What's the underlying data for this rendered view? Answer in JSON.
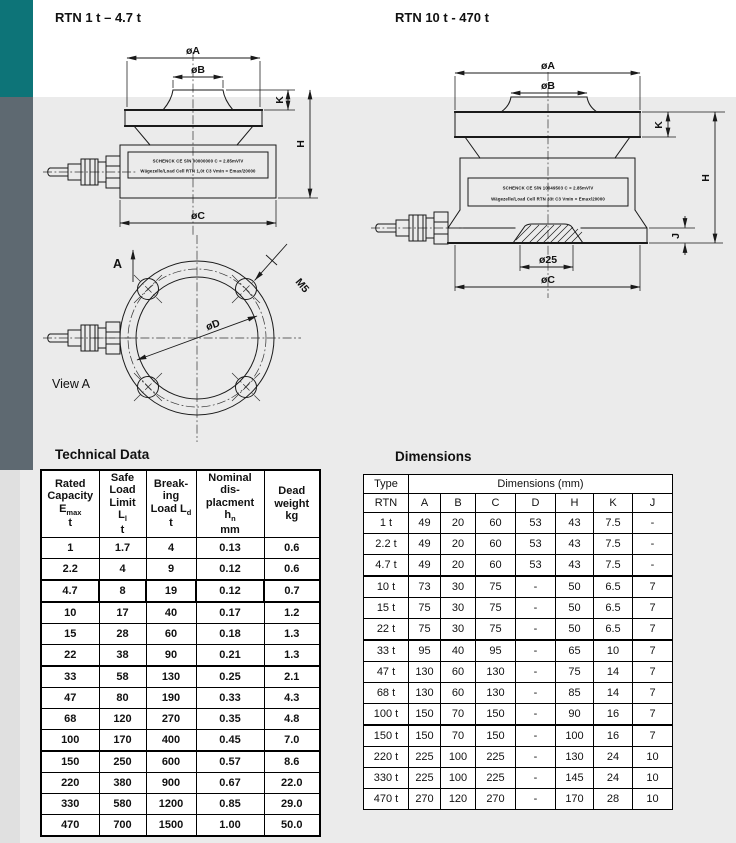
{
  "titles": {
    "left": "RTN 1 t – 4.7 t",
    "right": "RTN 10 t - 470 t"
  },
  "drawing_left": {
    "dia_a": "øA",
    "dia_b": "øB",
    "k": "K",
    "h": "H",
    "dia_c": "øC",
    "plate_line1": "SCHENCK  CE  S/N 00000000  C = 2.85mV/V",
    "plate_line2": "Wägezelle/Load Cell RTN 1,0t C3   Vmin = Emax/20000"
  },
  "drawing_right": {
    "dia_a": "øA",
    "dia_b": "øB",
    "k": "K",
    "h": "H",
    "j": "J",
    "dia_25": "ø25",
    "dia_c": "øC",
    "plate_line1": "SCHENCK  CE  S/N 10049503  C = 2.85mV/V",
    "plate_line2": "Wägezelle/Load Cell RTN 33t C3   Vmin = Emax/20000"
  },
  "view_a": {
    "arrow_label": "A",
    "dia_d": "øD",
    "thread": "M5",
    "caption": "View A"
  },
  "tech": {
    "heading": "Technical Data",
    "header": {
      "c1": {
        "l1": "Rated",
        "l2": "Capacity",
        "sym": "E",
        "sub": "max",
        "unit": "t"
      },
      "c2": {
        "l1": "Safe",
        "l2": "Load",
        "l3": "Limit",
        "sym": "L",
        "sub": "l",
        "unit": "t"
      },
      "c3": {
        "l1": "Break-",
        "l2": "ing",
        "l3": "Load L",
        "sub": "d",
        "unit": "t"
      },
      "c4": {
        "l1": "Nominal",
        "l2": "dis-",
        "l3": "placment",
        "sym": "h",
        "sub": "n",
        "unit": "mm"
      },
      "c5": {
        "l1": "Dead",
        "l2": "weight",
        "l3": "kg"
      }
    },
    "rows": [
      [
        "1",
        "1.7",
        "4",
        "0.13",
        "0.6"
      ],
      [
        "2.2",
        "4",
        "9",
        "0.12",
        "0.6"
      ],
      [
        "4.7",
        "8",
        "19",
        "0.12",
        "0.7"
      ],
      [
        "10",
        "17",
        "40",
        "0.17",
        "1.2"
      ],
      [
        "15",
        "28",
        "60",
        "0.18",
        "1.3"
      ],
      [
        "22",
        "38",
        "90",
        "0.21",
        "1.3"
      ],
      [
        "33",
        "58",
        "130",
        "0.25",
        "2.1"
      ],
      [
        "47",
        "80",
        "190",
        "0.33",
        "4.3"
      ],
      [
        "68",
        "120",
        "270",
        "0.35",
        "4.8"
      ],
      [
        "100",
        "170",
        "400",
        "0.45",
        "7.0"
      ],
      [
        "150",
        "250",
        "600",
        "0.57",
        "8.6"
      ],
      [
        "220",
        "380",
        "900",
        "0.67",
        "22.0"
      ],
      [
        "330",
        "580",
        "1200",
        "0.85",
        "29.0"
      ],
      [
        "470",
        "700",
        "1500",
        "1.00",
        "50.0"
      ]
    ],
    "highlight_row": 2,
    "thick_top_rows": [
      3,
      6,
      10
    ]
  },
  "dims": {
    "heading": "Dimensions",
    "type_label": "Type",
    "group_header": "Dimensions (mm)",
    "col_headers": [
      "RTN",
      "A",
      "B",
      "C",
      "D",
      "H",
      "K",
      "J"
    ],
    "rows": [
      [
        "1 t",
        "49",
        "20",
        "60",
        "53",
        "43",
        "7.5",
        "-"
      ],
      [
        "2.2 t",
        "49",
        "20",
        "60",
        "53",
        "43",
        "7.5",
        "-"
      ],
      [
        "4.7 t",
        "49",
        "20",
        "60",
        "53",
        "43",
        "7.5",
        "-"
      ],
      [
        "10 t",
        "73",
        "30",
        "75",
        "-",
        "50",
        "6.5",
        "7"
      ],
      [
        "15 t",
        "75",
        "30",
        "75",
        "-",
        "50",
        "6.5",
        "7"
      ],
      [
        "22 t",
        "75",
        "30",
        "75",
        "-",
        "50",
        "6.5",
        "7"
      ],
      [
        "33 t",
        "95",
        "40",
        "95",
        "-",
        "65",
        "10",
        "7"
      ],
      [
        "47 t",
        "130",
        "60",
        "130",
        "-",
        "75",
        "14",
        "7"
      ],
      [
        "68 t",
        "130",
        "60",
        "130",
        "-",
        "85",
        "14",
        "7"
      ],
      [
        "100 t",
        "150",
        "70",
        "150",
        "-",
        "90",
        "16",
        "7"
      ],
      [
        "150 t",
        "150",
        "70",
        "150",
        "-",
        "100",
        "16",
        "7"
      ],
      [
        "220 t",
        "225",
        "100",
        "225",
        "-",
        "130",
        "24",
        "10"
      ],
      [
        "330 t",
        "225",
        "100",
        "225",
        "-",
        "145",
        "24",
        "10"
      ],
      [
        "470 t",
        "270",
        "120",
        "270",
        "-",
        "170",
        "28",
        "10"
      ]
    ],
    "thick_top_rows": [
      3,
      6,
      10
    ]
  },
  "colors": {
    "accent_teal": "#0d7478",
    "sidebar_gray": "#5e6971",
    "page_gray": "#ebebeb"
  }
}
